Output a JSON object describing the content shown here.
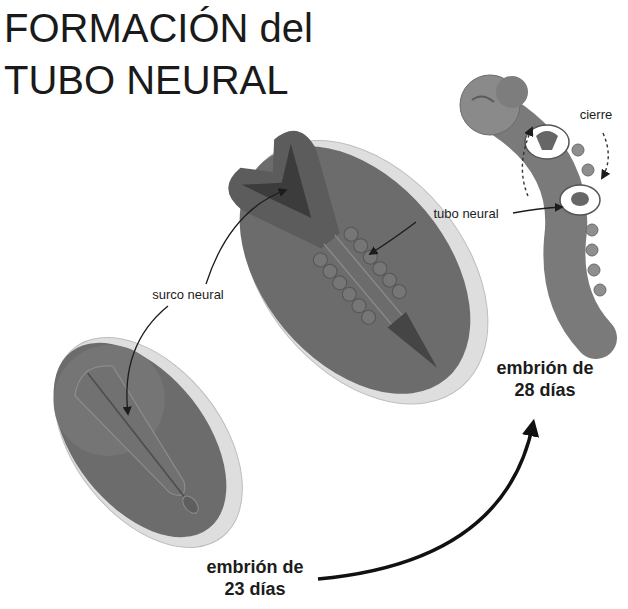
{
  "diagram": {
    "title": "FORMACIÓN del TUBO NEURAL",
    "labels": [
      "cierre",
      "tubo neural",
      "surco neural",
      "embrión de 28 días",
      "embrión de 23 días"
    ]
  }
}
